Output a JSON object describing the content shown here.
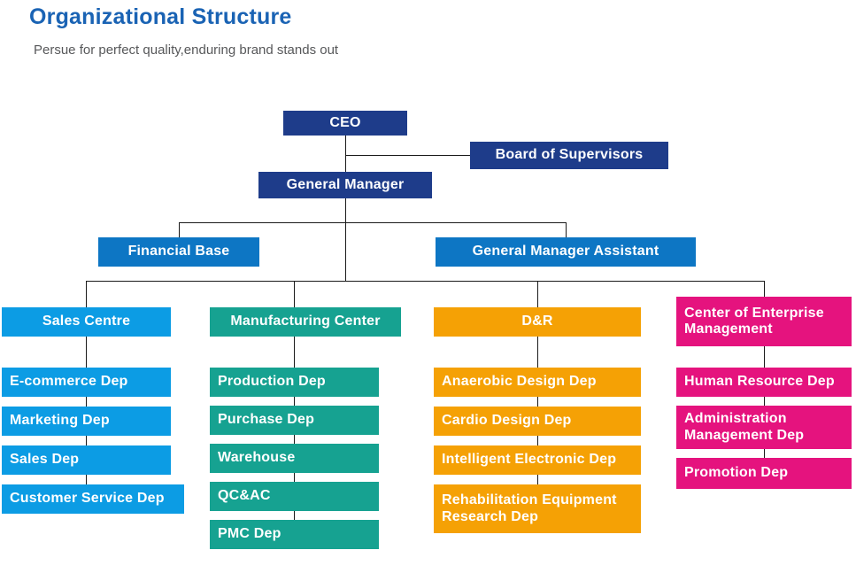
{
  "header": {
    "title": "Organizational Structure",
    "subtitle": "Persue for perfect quality,enduring brand stands out"
  },
  "colors": {
    "title_blue": "#1a63b4",
    "subtitle_gray": "#57585a",
    "navy": "#1e3c8a",
    "blue": "#0d76c4",
    "cyan": "#0c9ce4",
    "teal": "#16a291",
    "orange": "#f5a105",
    "pink": "#e5137e",
    "connector": "#1a1a1a"
  },
  "org": {
    "ceo": "CEO",
    "board": "Board of Supervisors",
    "general_manager": "General Manager",
    "financial_base": "Financial Base",
    "gm_assistant": "General Manager Assistant",
    "columns": [
      {
        "header": "Sales Centre",
        "children": [
          "E-commerce Dep",
          "Marketing Dep",
          "Sales Dep",
          "Customer Service Dep"
        ]
      },
      {
        "header": "Manufacturing Center",
        "children": [
          "Production Dep",
          "Purchase Dep",
          "Warehouse",
          "QC&AC",
          "PMC Dep"
        ]
      },
      {
        "header": "D&R",
        "children": [
          "Anaerobic Design Dep",
          "Cardio Design Dep",
          "Intelligent Electronic Dep",
          "Rehabilitation Equipment Research Dep"
        ]
      },
      {
        "header": "Center of Enterprise Management",
        "children": [
          "Human Resource Dep",
          "Administration Management Dep",
          "Promotion Dep"
        ]
      }
    ]
  }
}
